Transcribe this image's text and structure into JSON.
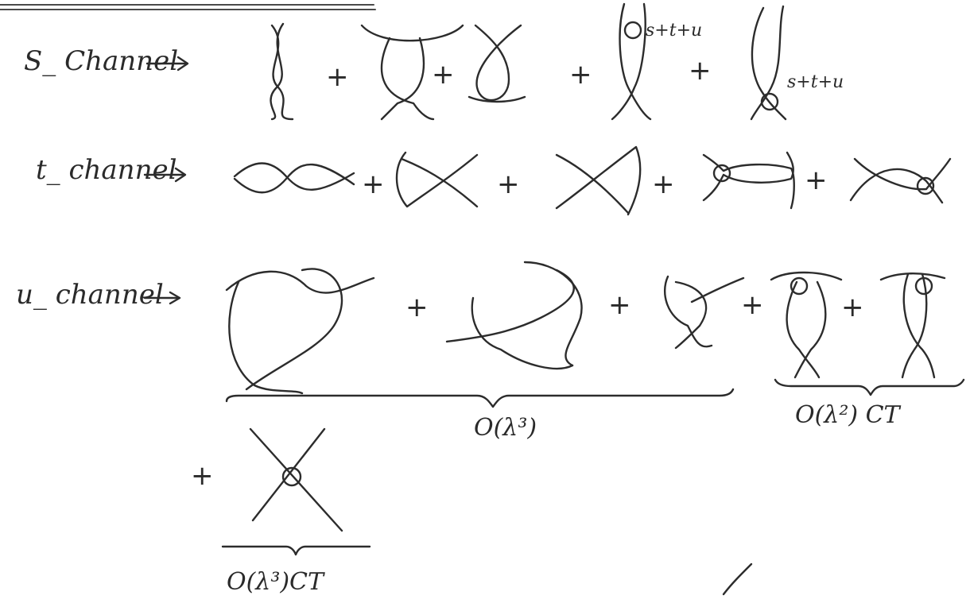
{
  "labels": {
    "s_channel": "S_ Channel",
    "t_channel": "t_ channel",
    "u_channel": "u_ channel"
  },
  "plus_sign": "+",
  "annotations": {
    "stu_top": "s+t+u",
    "stu_bottom": "s+t+u"
  },
  "orders": {
    "u_loop": "O(λ³)",
    "u_ct": "O(λ²) CT",
    "contact_ct": "O(λ³)CT"
  },
  "colors": {
    "ink": "#2c2c2c",
    "paper": "#ffffff"
  }
}
